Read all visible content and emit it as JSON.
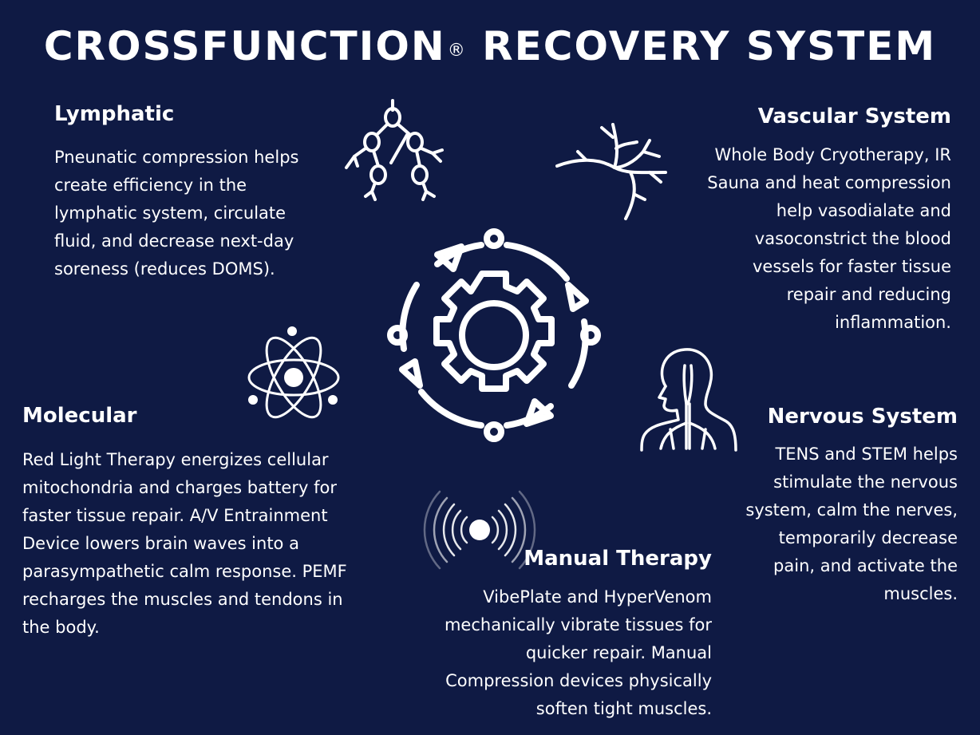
{
  "title": {
    "main": "CROSSFUNCTION",
    "reg": "®",
    "rest": "RECOVERY SYSTEM"
  },
  "sections": {
    "lymphatic": {
      "heading": "Lymphatic",
      "body": "Pneunatic compression helps\ncreate efficiency in the\nlymphatic system, circulate\nfluid, and decrease next-day\nsoreness (reduces DOMS)."
    },
    "vascular": {
      "heading": "Vascular System",
      "body": "Whole Body Cryotherapy, IR\nSauna and heat compression\nhelp vasodialate and\nvasoconstrict the blood\nvessels for faster tissue\nrepair and reducing\ninflammation."
    },
    "molecular": {
      "heading": "Molecular",
      "body": "Red Light Therapy energizes cellular\nmitochondria and charges battery for\nfaster tissue repair. A/V Entrainment\nDevice lowers brain waves into a\nparasympathetic calm response. PEMF\nrecharges the muscles and tendons in\nthe body."
    },
    "nervous": {
      "heading": "Nervous System",
      "body": "TENS and STEM helps\nstimulate the nervous\nsystem, calm the nerves,\ntemporarily decrease\npain, and activate the\nmuscles."
    },
    "manual": {
      "heading": "Manual Therapy",
      "body": "VibePlate and HyperVenom\nmechanically vibrate tissues for\nquicker repair. Manual\nCompression devices physically\nsoften tight muscles."
    }
  },
  "icons": {
    "lymphatic": "lymph-nodes-icon",
    "vascular": "blood-vessel-icon",
    "molecular": "atom-icon",
    "nervous": "human-nervous-system-icon",
    "manual": "vibration-icon",
    "center": "gear-cycle-icon"
  },
  "colors": {
    "background": "#0f1a44",
    "text": "#ffffff"
  }
}
